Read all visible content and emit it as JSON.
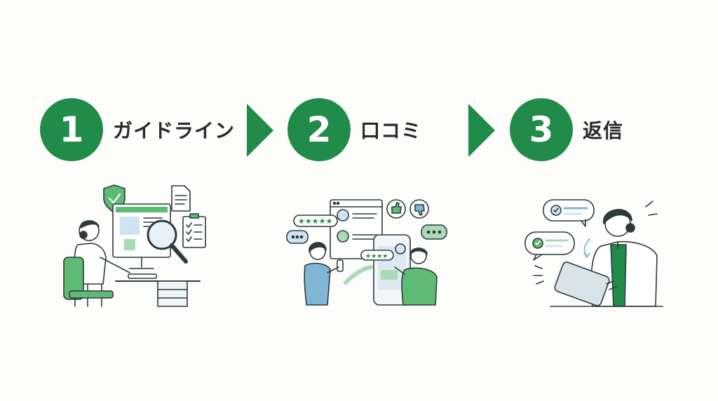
{
  "steps": [
    {
      "number": "1",
      "label": "ガイドライン"
    },
    {
      "number": "2",
      "label": "口コミ"
    },
    {
      "number": "3",
      "label": "返信"
    }
  ],
  "colors": {
    "accent": "#218b4a",
    "light_green": "#5dbb75",
    "blue": "#7fb6d6",
    "text": "#2a2a2a"
  },
  "illustrations": [
    {
      "name": "guideline-review",
      "icons": [
        "shield-check-icon",
        "document-icon",
        "magnifier-icon",
        "checklist-icon",
        "monitor-icon",
        "office-chair-icon"
      ]
    },
    {
      "name": "reviews",
      "icons": [
        "browser-window-icon",
        "star-rating-icon",
        "thumbs-up-icon",
        "thumbs-down-icon",
        "smartphone-icon",
        "speech-bubble-icon"
      ]
    },
    {
      "name": "reply",
      "icons": [
        "chat-bubble-check-icon",
        "tablet-icon",
        "doctor-icon"
      ]
    }
  ]
}
